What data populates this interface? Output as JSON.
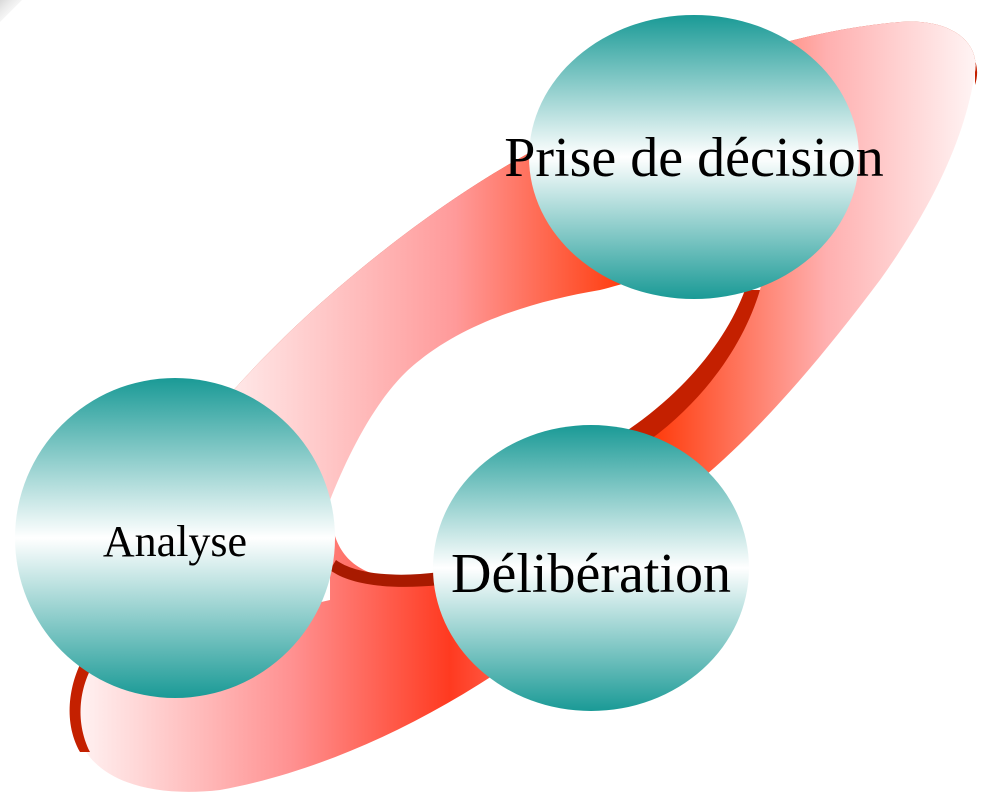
{
  "diagram": {
    "nodes": [
      {
        "id": "prise-de-decision",
        "label": "Prise de décision"
      },
      {
        "id": "analyse",
        "label": "Analyse"
      },
      {
        "id": "deliberation",
        "label": "Délibération"
      }
    ],
    "colors": {
      "ring_dark": "#c42000",
      "ring_bright": "#ff3300",
      "ring_light": "#fff0f0",
      "node_teal": "#1a9a96",
      "node_light": "#ffffff"
    }
  }
}
